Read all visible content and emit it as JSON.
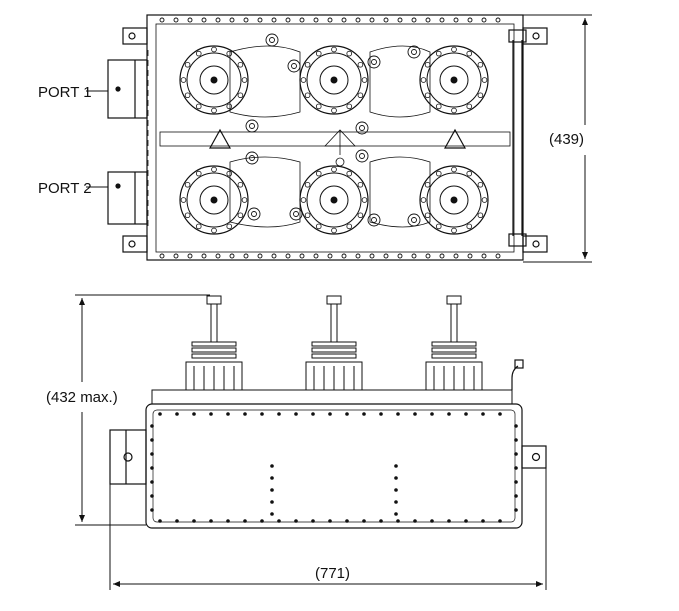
{
  "labels": {
    "port1": "PORT 1",
    "port2": "PORT 2",
    "dim_top_height": "(439)",
    "dim_side_height": "(432 max.)",
    "dim_width": "(771)"
  },
  "colors": {
    "line": "#111111",
    "background": "#ffffff"
  }
}
